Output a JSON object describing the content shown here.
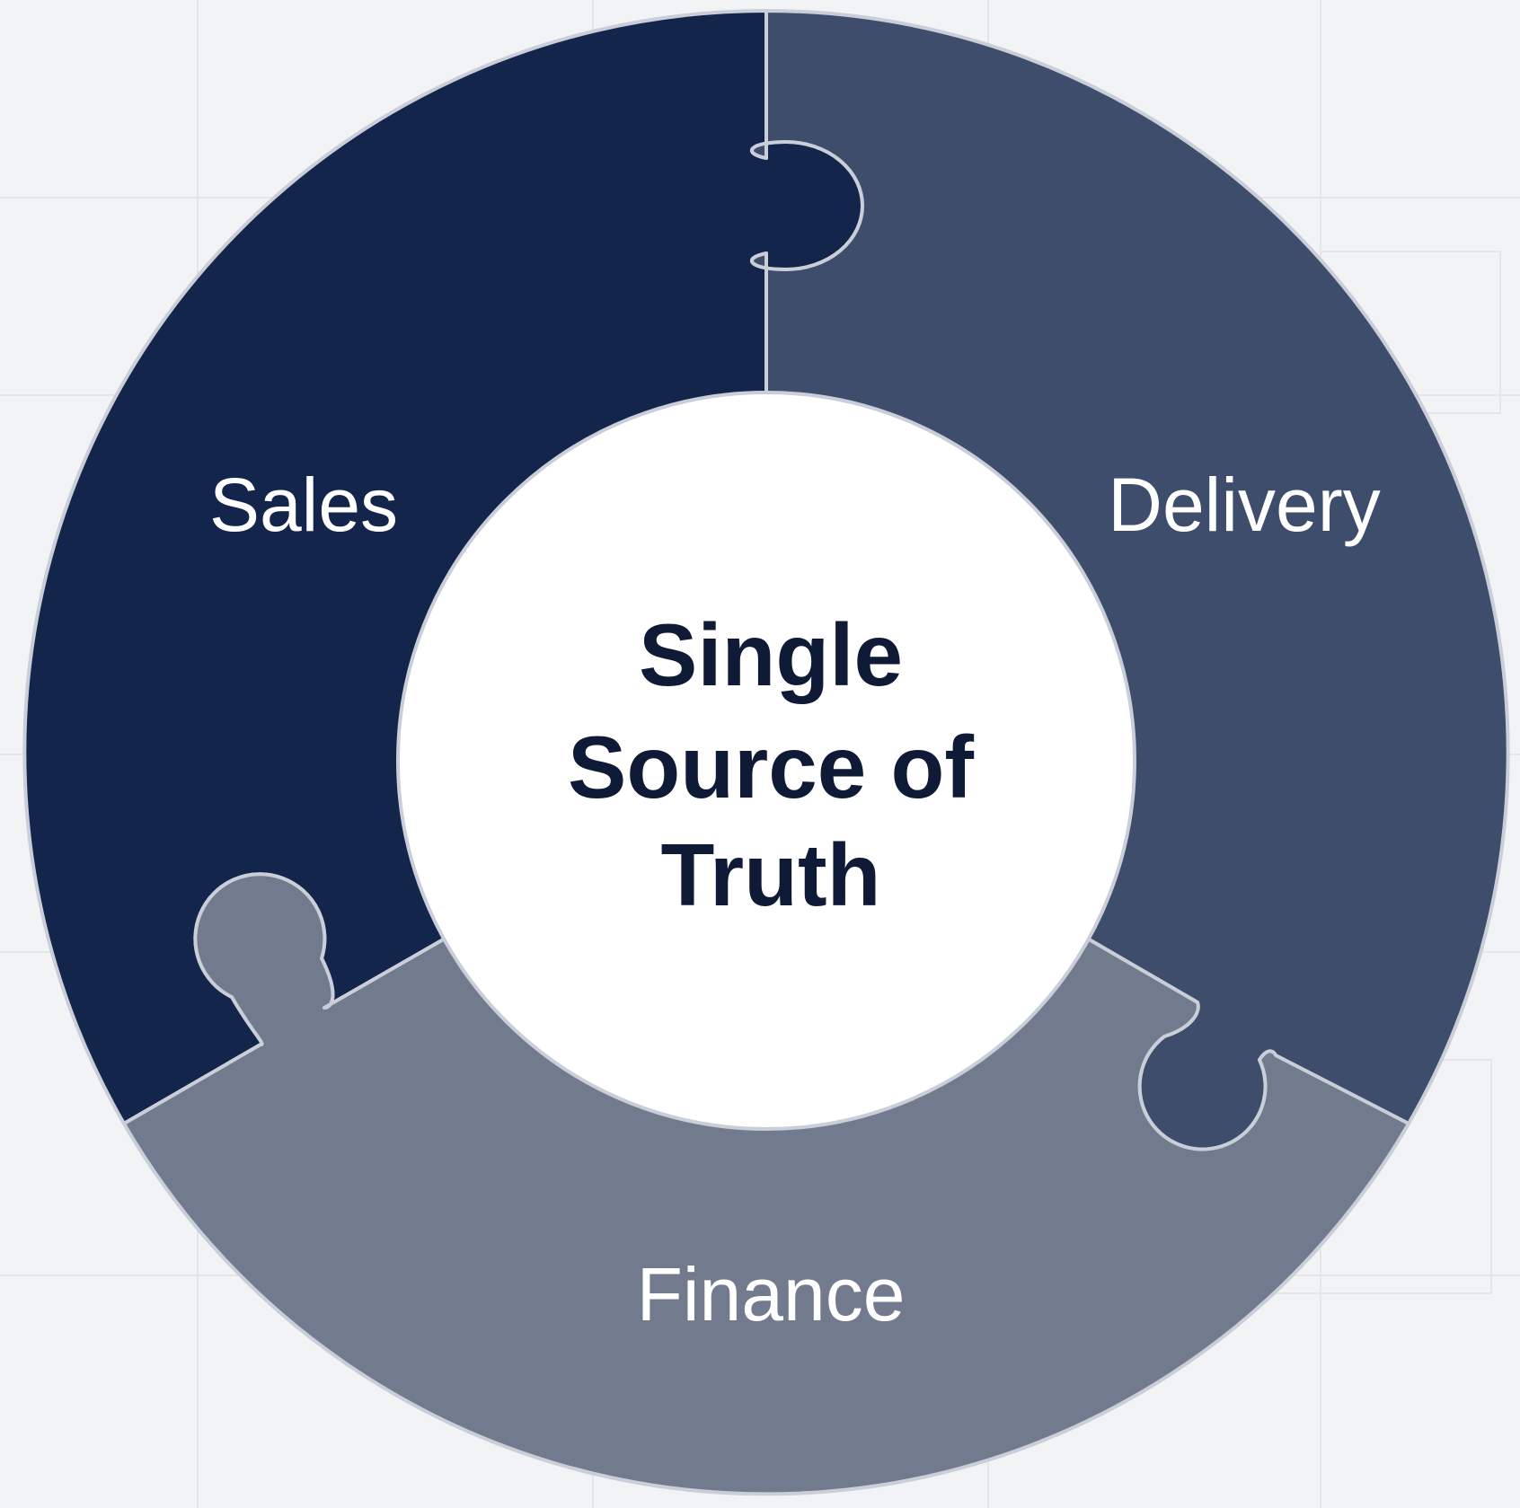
{
  "diagram": {
    "center": {
      "lines": [
        "Single",
        "Source of",
        "Truth"
      ]
    },
    "segments": [
      {
        "id": "sales",
        "label": "Sales",
        "color": "#14254c"
      },
      {
        "id": "delivery",
        "label": "Delivery",
        "color": "#3e4d6c"
      },
      {
        "id": "finance",
        "label": "Finance",
        "color": "#727b8d"
      }
    ],
    "colors": {
      "background": "#f2f3f5",
      "seam": "#c9ced8",
      "center_fill": "#ffffff",
      "center_text": "#0f1a36",
      "segment_text": "#ffffff"
    }
  }
}
